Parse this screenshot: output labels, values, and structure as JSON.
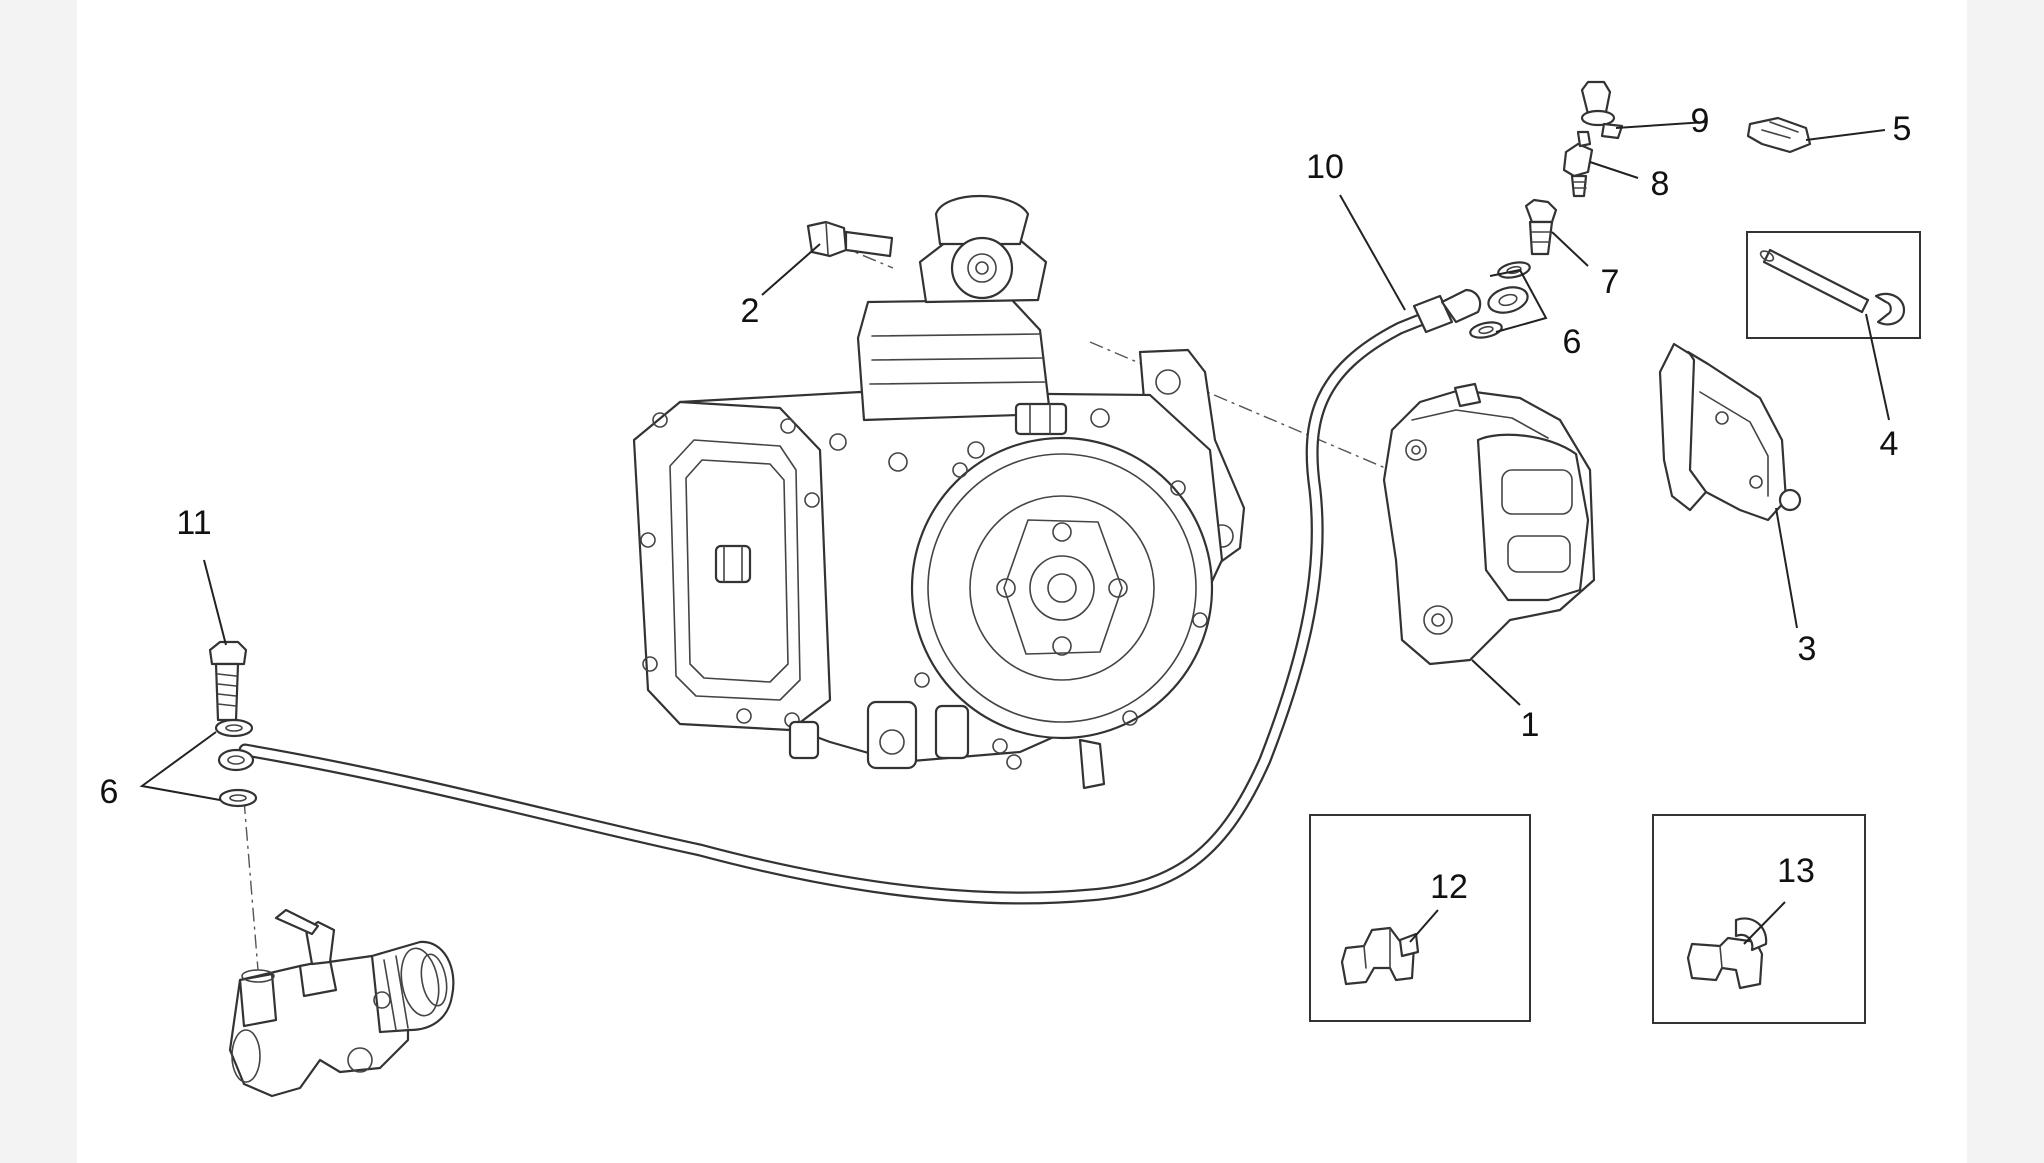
{
  "callouts": {
    "c1": "1",
    "c2": "2",
    "c3": "3",
    "c4": "4",
    "c5": "5",
    "c6_top": "6",
    "c6_left": "6",
    "c7": "7",
    "c8": "8",
    "c9": "9",
    "c10": "10",
    "c11": "11",
    "c12": "12",
    "c13": "13"
  },
  "colors": {
    "line": "#333333",
    "background": "#ffffff",
    "margin": "#f3f3f3"
  }
}
